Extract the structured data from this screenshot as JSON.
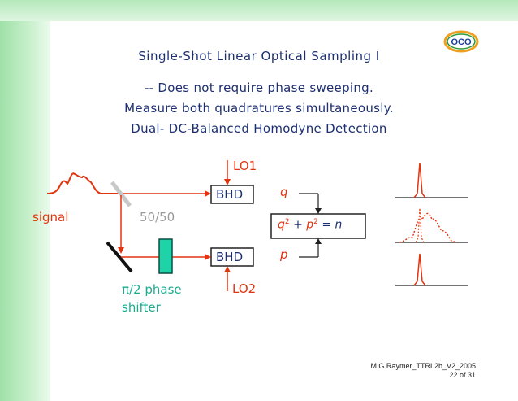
{
  "slide": {
    "title": "Single-Shot Linear Optical Sampling I",
    "lines": [
      "--  Does not require phase sweeping.",
      "Measure both quadratures simultaneously.",
      "Dual- DC-Balanced Homodyne Detection"
    ]
  },
  "diagram": {
    "lo1": "LO1",
    "lo2": "LO2",
    "bhd_top": "BHD",
    "bhd_bottom": "BHD",
    "signal": "signal",
    "splitter": "50/50",
    "phase_shifter_line1": "π/2 phase",
    "phase_shifter_line2": "shifter",
    "q": "q",
    "p": "p",
    "equation": {
      "q": "q",
      "plus": " + ",
      "p": "p",
      "eq": " = ",
      "n": "n"
    }
  },
  "logo": {
    "text": "OCO"
  },
  "footer": {
    "line1": "M.G.Raymer_TTRL2b_V2_2005",
    "line2": "22 of 31"
  },
  "colors": {
    "accent_red": "#e2340f",
    "text_blue": "#1c2f72",
    "shifter_teal": "#1cab8e",
    "green_bar": "#9fe0a8"
  }
}
